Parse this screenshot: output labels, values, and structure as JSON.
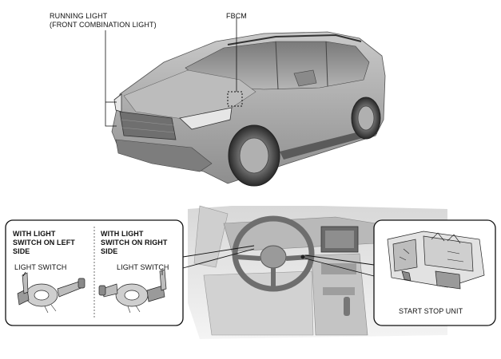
{
  "callouts": {
    "running_light": [
      "RUNNING LIGHT",
      "(FRONT COMBINATION LIGHT)"
    ],
    "fbcm": "FBCM"
  },
  "left_panel": {
    "option_left": {
      "title": [
        "WITH LIGHT",
        "SWITCH ON LEFT",
        "SIDE"
      ],
      "switch_label": "LIGHT SWITCH"
    },
    "option_right": {
      "title": [
        "WITH LIGHT",
        "SWITCH ON RIGHT",
        "SIDE"
      ],
      "switch_label": "LIGHT SWITCH"
    }
  },
  "right_panel": {
    "label": "START STOP UNIT"
  },
  "colors": {
    "outline": "#1a1a1a",
    "car_body": "#a8a8a8",
    "car_dark": "#555555",
    "interior": "#bdbdbd"
  }
}
